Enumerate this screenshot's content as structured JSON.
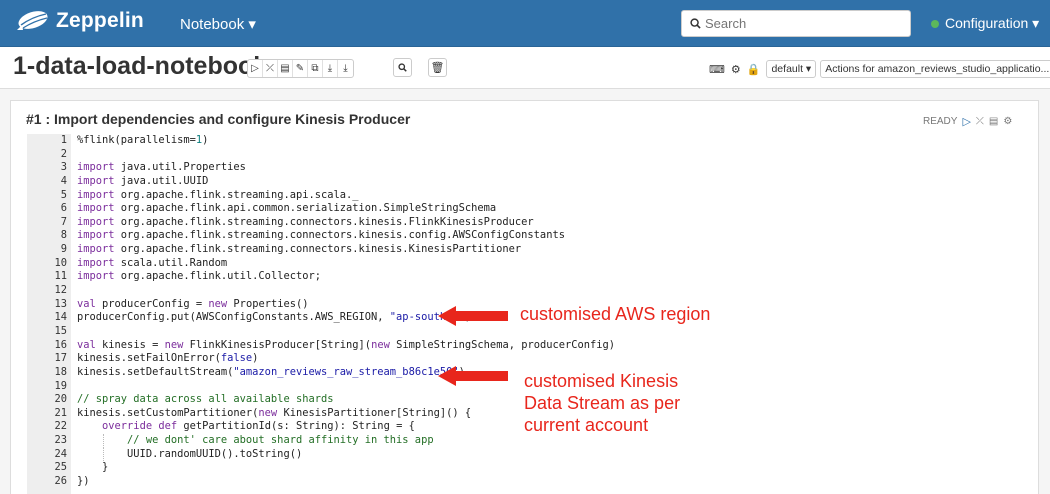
{
  "navbar": {
    "brand": "Zeppelin",
    "notebook_menu": "Notebook ▾",
    "search_placeholder": "Search",
    "configuration": "Configuration ▾"
  },
  "notebook": {
    "title": "1-data-load-notebook",
    "interpreter_dropdown": "default ▾",
    "actions_dropdown": "Actions for amazon_reviews_studio_applicatio... ▾"
  },
  "paragraph": {
    "title": "#1 : Import dependencies and configure Kinesis Producer",
    "status": "READY",
    "lines": [
      {
        "n": "1",
        "text": "%flink(parallelism=1)"
      },
      {
        "n": "2",
        "text": ""
      },
      {
        "n": "3",
        "text": "import java.util.Properties"
      },
      {
        "n": "4",
        "text": "import java.util.UUID"
      },
      {
        "n": "5",
        "text": "import org.apache.flink.streaming.api.scala._"
      },
      {
        "n": "6",
        "text": "import org.apache.flink.api.common.serialization.SimpleStringSchema"
      },
      {
        "n": "7",
        "text": "import org.apache.flink.streaming.connectors.kinesis.FlinkKinesisProducer"
      },
      {
        "n": "8",
        "text": "import org.apache.flink.streaming.connectors.kinesis.config.AWSConfigConstants"
      },
      {
        "n": "9",
        "text": "import org.apache.flink.streaming.connectors.kinesis.KinesisPartitioner"
      },
      {
        "n": "10",
        "text": "import scala.util.Random"
      },
      {
        "n": "11",
        "text": "import org.apache.flink.util.Collector;"
      },
      {
        "n": "12",
        "text": ""
      },
      {
        "n": "13",
        "text": "val producerConfig = new Properties()"
      },
      {
        "n": "14",
        "text": "producerConfig.put(AWSConfigConstants.AWS_REGION, \"ap-south-1\")"
      },
      {
        "n": "15",
        "text": ""
      },
      {
        "n": "16",
        "text": "val kinesis = new FlinkKinesisProducer[String](new SimpleStringSchema, producerConfig)"
      },
      {
        "n": "17",
        "text": "kinesis.setFailOnError(false)"
      },
      {
        "n": "18",
        "text": "kinesis.setDefaultStream(\"amazon_reviews_raw_stream_b86c1e50\")"
      },
      {
        "n": "19",
        "text": ""
      },
      {
        "n": "20",
        "text": "// spray data across all available shards"
      },
      {
        "n": "21",
        "text": "kinesis.setCustomPartitioner(new KinesisPartitioner[String]() {"
      },
      {
        "n": "22",
        "text": "    override def getPartitionId(s: String): String = {"
      },
      {
        "n": "23",
        "text": "        // we dont' care about shard affinity in this app"
      },
      {
        "n": "24",
        "text": "        UUID.randomUUID().toString()"
      },
      {
        "n": "25",
        "text": "    }"
      },
      {
        "n": "26",
        "text": "})"
      }
    ]
  },
  "annotations": {
    "region": "customised AWS region",
    "stream_line1": "customised Kinesis",
    "stream_line2": "Data Stream as per",
    "stream_line3": "current account"
  },
  "colors": {
    "navbar": "#3071a9",
    "annotation": "#e8261c"
  }
}
